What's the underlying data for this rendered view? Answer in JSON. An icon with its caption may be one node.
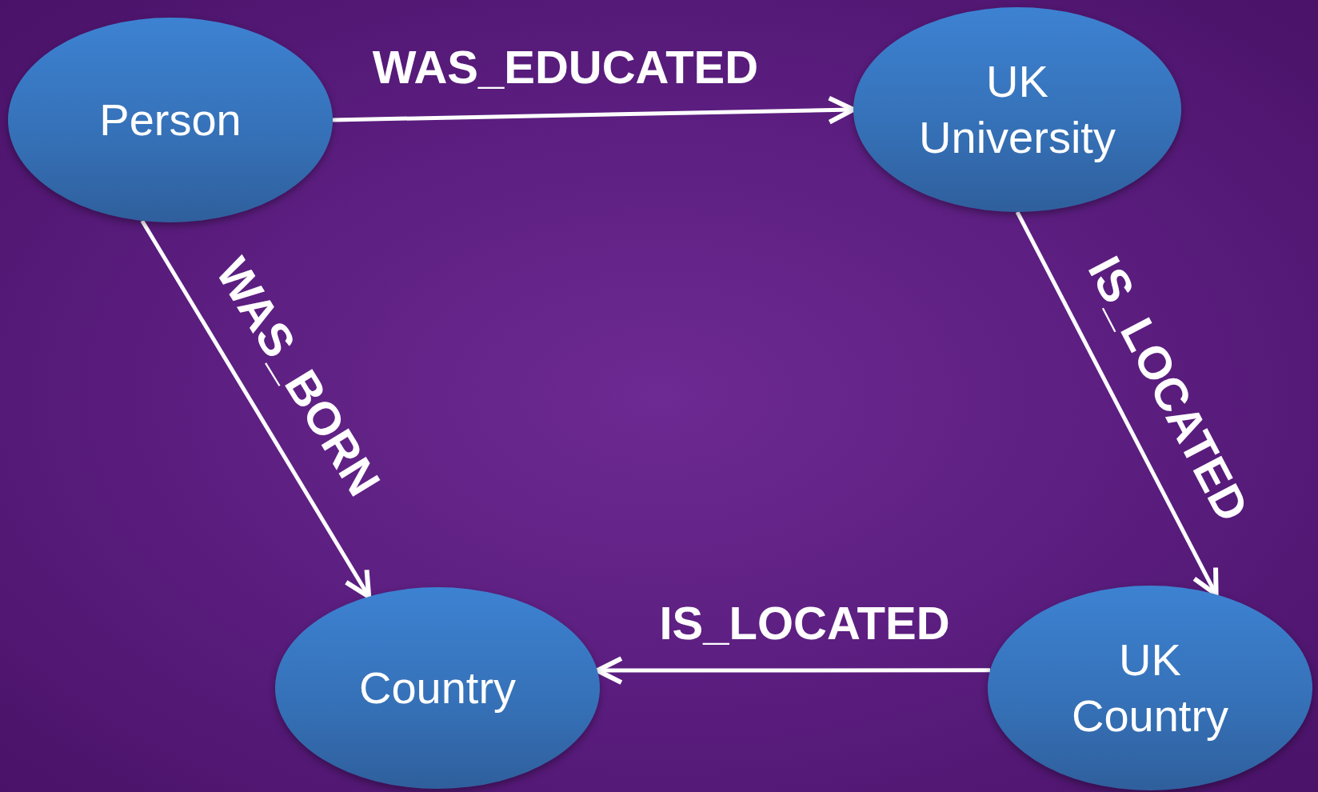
{
  "diagram": {
    "nodes": [
      {
        "text": [
          "Person"
        ]
      },
      {
        "text": [
          "UK University"
        ]
      },
      {
        "text": [
          "Country"
        ]
      },
      {
        "text": [
          "UK Country"
        ]
      }
    ],
    "edges": [
      {
        "from": 0,
        "to": 1,
        "arrow": "to",
        "label": "WAS_EDUCATED"
      },
      {
        "from": 0,
        "to": 2,
        "arrow": "to",
        "label": "WAS_BORN"
      },
      {
        "from": 1,
        "to": 3,
        "arrow": "to",
        "label": "IS_LOCATED"
      },
      {
        "from": 3,
        "to": 2,
        "arrow": "to",
        "label": "IS_LOCATED"
      }
    ]
  }
}
